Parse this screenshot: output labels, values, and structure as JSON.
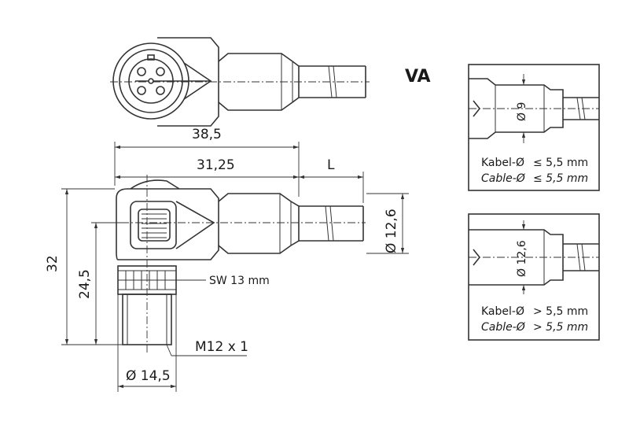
{
  "variant": "VA",
  "dimensions": {
    "total_length": "38,5",
    "body_length": "31,25",
    "cable_length": "L",
    "cable_diameter": "Ø 12,6",
    "height_total": "32",
    "height_connector": "24,5",
    "wrench_size": "SW 13 mm",
    "thread": "M12 x 1",
    "nut_diameter": "Ø 14,5"
  },
  "detail_small": {
    "diameter": "Ø 9",
    "kabel_label": "Kabel-Ø",
    "kabel_value": "≤ 5,5 mm",
    "cable_label": "Cable-Ø",
    "cable_value": "≤ 5,5 mm"
  },
  "detail_large": {
    "diameter": "Ø 12,6",
    "kabel_label": "Kabel-Ø",
    "kabel_value": "> 5,5 mm",
    "cable_label": "Cable-Ø",
    "cable_value": "> 5,5 mm"
  }
}
